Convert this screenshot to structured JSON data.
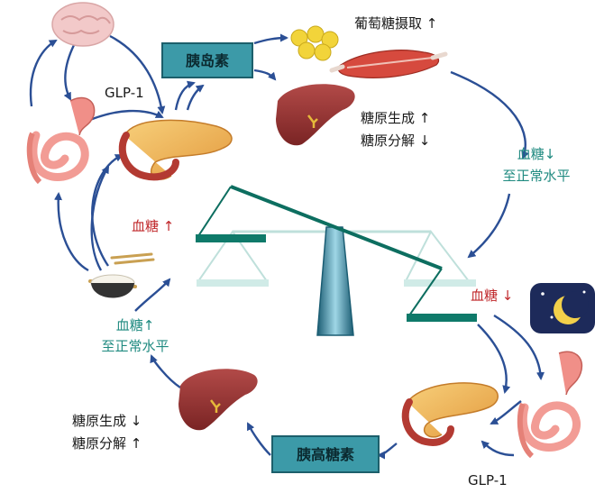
{
  "colors": {
    "arrow": "#2b4f95",
    "scale_beam": "#0d6e60",
    "hormone_box_fill": "#3c9aa8",
    "glucose_high": "#c0282b",
    "glucose_normal": "#1f8a80"
  },
  "labels": {
    "insulin": "胰岛素",
    "glucagon": "胰高糖素",
    "glucose_uptake": "葡萄糖摄取 ↑",
    "gluconeogenesis_up": "糖原生成 ↑",
    "glycogenolysis_down": "糖原分解 ↓",
    "blood_glucose_down_normal": [
      "血糖↓",
      "至正常水平"
    ],
    "blood_glucose_up": "血糖 ↑",
    "blood_glucose_down": "血糖 ↓",
    "blood_glucose_up_normal": [
      "血糖↑",
      "至正常水平"
    ],
    "gluconeogenesis_down": "糖原生成 ↓",
    "glycogenolysis_up": "糖原分解 ↑",
    "glp1_top": "GLP-1",
    "glp1_bottom": "GLP-1"
  },
  "icons": [
    "brain-icon",
    "fat-cells-icon",
    "muscle-icon",
    "liver-icon",
    "pancreas-icon",
    "intestine-icon",
    "rice-bowl-icon",
    "night-moon-icon",
    "balance-scale-icon"
  ]
}
